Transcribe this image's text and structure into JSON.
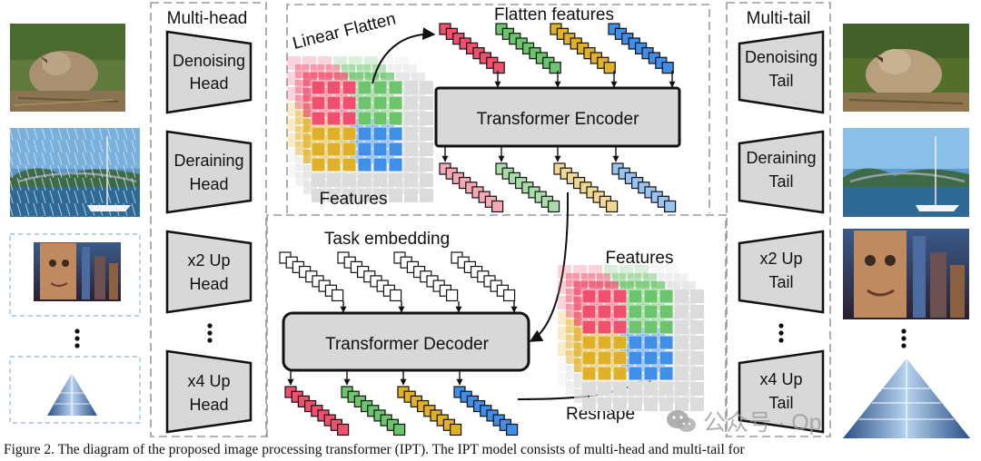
{
  "labels": {
    "multi_head": "Multi-head",
    "multi_tail": "Multi-tail",
    "linear_flatten": "Linear Flatten",
    "flatten_features": "Flatten features",
    "features_left": "Features",
    "features_right": "Features",
    "encoder": "Transformer Encoder",
    "decoder": "Transformer Decoder",
    "task_embedding": "Task embedding",
    "reshape": "Reshape"
  },
  "heads": [
    {
      "line1": "Denoising",
      "line2": "Head"
    },
    {
      "line1": "Deraining",
      "line2": "Head"
    },
    {
      "line1": "x2 Up",
      "line2": "Head"
    },
    {
      "line1": "x4 Up",
      "line2": "Head"
    }
  ],
  "tails": [
    {
      "line1": "Denoising",
      "line2": "Tail"
    },
    {
      "line1": "Deraining",
      "line2": "Tail"
    },
    {
      "line1": "x2 Up",
      "line2": "Tail"
    },
    {
      "line1": "x4 Up",
      "line2": "Tail"
    }
  ],
  "caption": "Figure 2. The diagram of the proposed image processing transformer (IPT). The IPT model consists of multi-head and multi-tail for",
  "watermark": {
    "text": "公众号 · Op"
  },
  "colors": {
    "red": "#f0506e",
    "green": "#6cc46c",
    "yellow": "#e0b028",
    "blue": "#3f8ee8",
    "light_red": "#f6a8b6",
    "light_green": "#a8dca8",
    "light_yellow": "#f0d890",
    "light_blue": "#98c4f4",
    "block_fill": "#d8d8d8",
    "dash": "#999999"
  }
}
